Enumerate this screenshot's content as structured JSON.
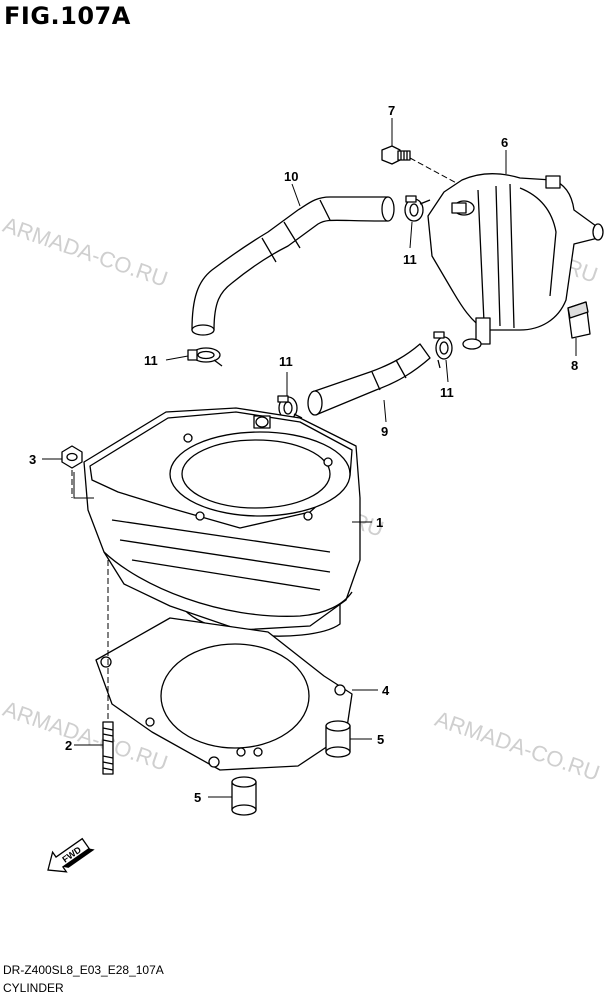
{
  "figure": {
    "title": "FIG.107A",
    "code": "DR-Z400SL8_E03_E28_107A",
    "caption": "CYLINDER"
  },
  "watermarks": [
    "ARMADA-CO.RU",
    "ARMADA-CO.RU",
    "ARMADA-CO.RU",
    "ARMADA-CO.RU",
    "ARMADA-CO.RU"
  ],
  "fwd_label": "FWD",
  "callouts": {
    "c1": "1",
    "c2": "2",
    "c3": "3",
    "c4": "4",
    "c5a": "5",
    "c5b": "5",
    "c6": "6",
    "c7": "7",
    "c8": "8",
    "c9": "9",
    "c10": "10",
    "c11a": "11",
    "c11b": "11",
    "c11c": "11",
    "c11d": "11"
  }
}
